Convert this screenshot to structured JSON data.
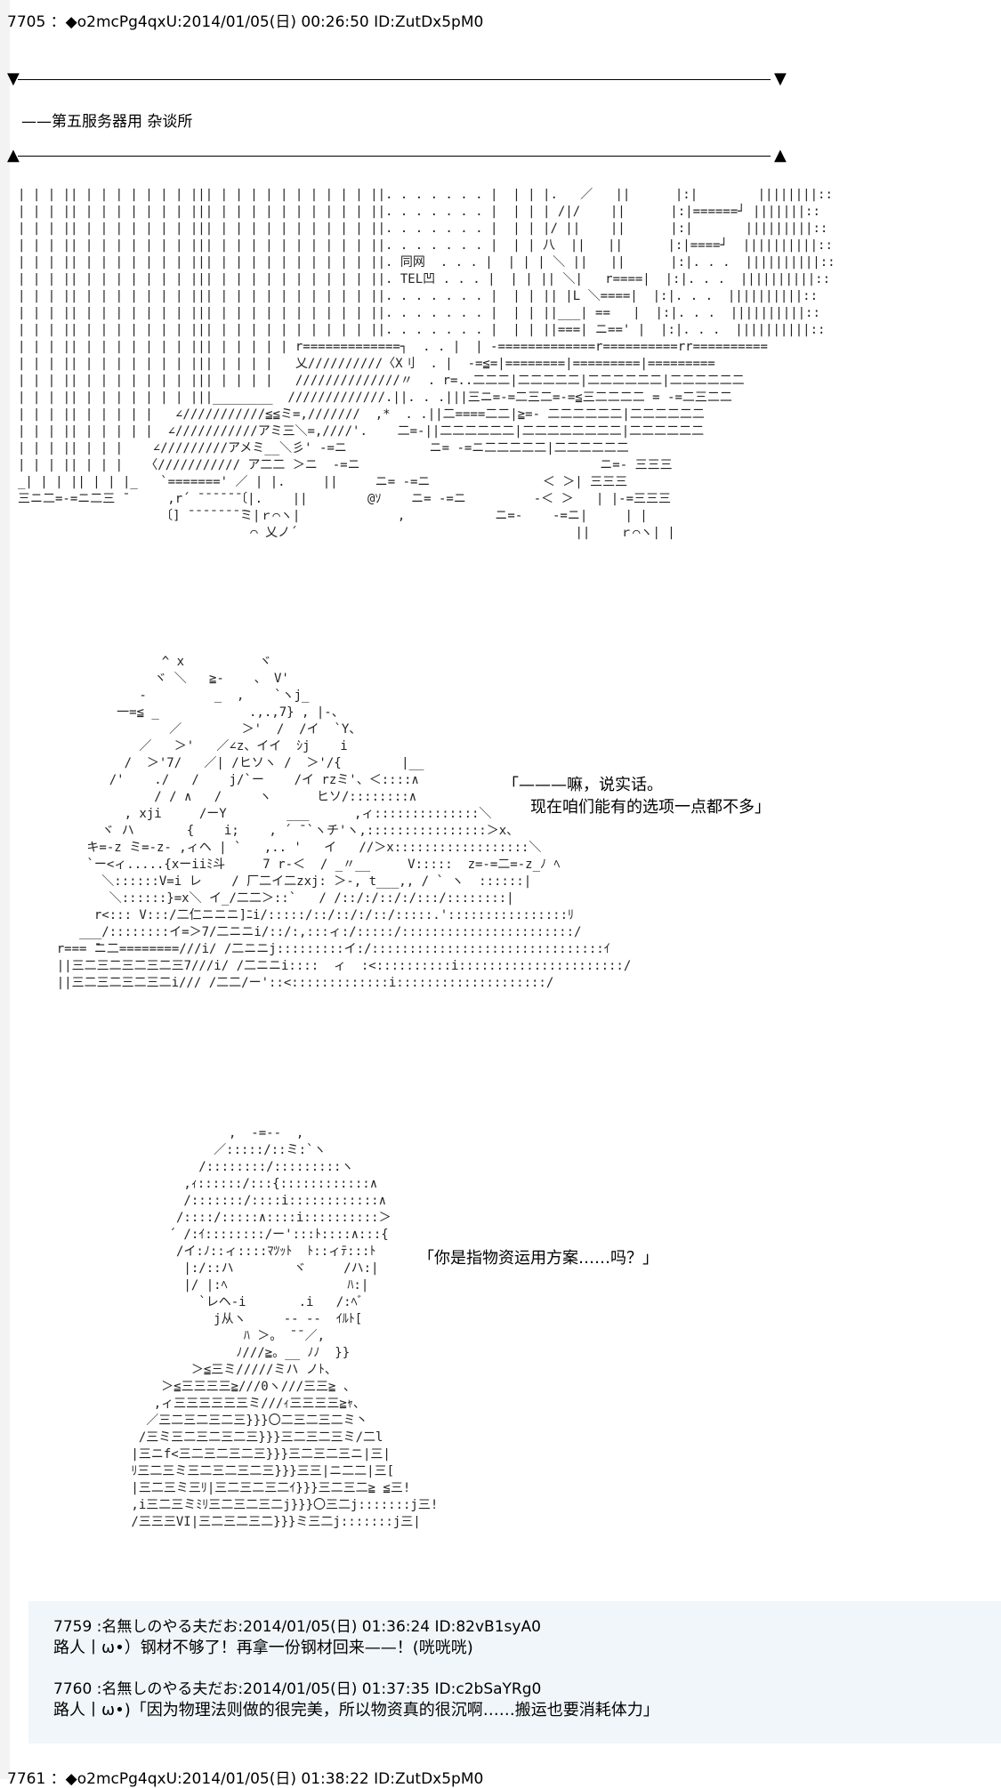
{
  "post_header": "7705 ：◆o2mcPg4qxU:2014/01/05(日) 00:26:50 ID:ZutDx5pM0",
  "scene": {
    "triangle_down": "▼",
    "triangle_up": "▲",
    "caption": "——第五服务器用 杂谈所",
    "sign_text_1": "同网",
    "sign_text_2": "TEL凹"
  },
  "dialogue": {
    "line1": "「———嘛，说实话。",
    "line2": "现在咱们能有的选项一点都不多」",
    "line3": "「你是指物资运用方案……吗？」"
  },
  "replies": [
    {
      "meta": "7759 :名無しのやる夫だお:2014/01/05(日) 01:36:24 ID:82vB1syA0",
      "text": "路人丨ω•）钢材不够了！再拿一份钢材回来——！(咣咣咣)"
    },
    {
      "meta": "7760 :名無しのやる夫だお:2014/01/05(日) 01:37:35 ID:c2bSaYRg0",
      "text": "路人丨ω•)「因为物理法则做的很完美，所以物资真的很沉啊……搬运也要消耗体力」"
    }
  ],
  "next_header": "7761 ：◆o2mcPg4qxU:2014/01/05(日) 01:38:22 ID:ZutDx5pM0",
  "colors": {
    "art_green": "#5e6a1e",
    "reply_bg": "#f0f6fa"
  }
}
